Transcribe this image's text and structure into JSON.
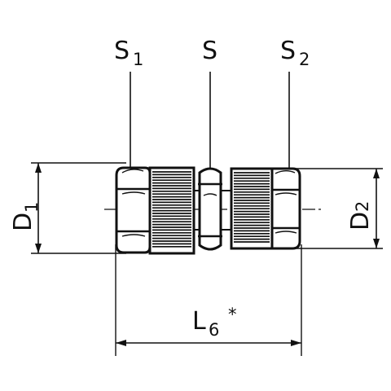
{
  "labels": {
    "s1_main": "S",
    "s1_sub": "1",
    "s_main": "S",
    "s2_main": "S",
    "s2_sub": "2",
    "d1_main": "D",
    "d1_sub": "1",
    "d2_main": "D",
    "d2_sub": "2",
    "l6_main": "L",
    "l6_sub": "6",
    "l6_mark": "*"
  },
  "colors": {
    "ink": "#111111",
    "background": "#ffffff"
  }
}
